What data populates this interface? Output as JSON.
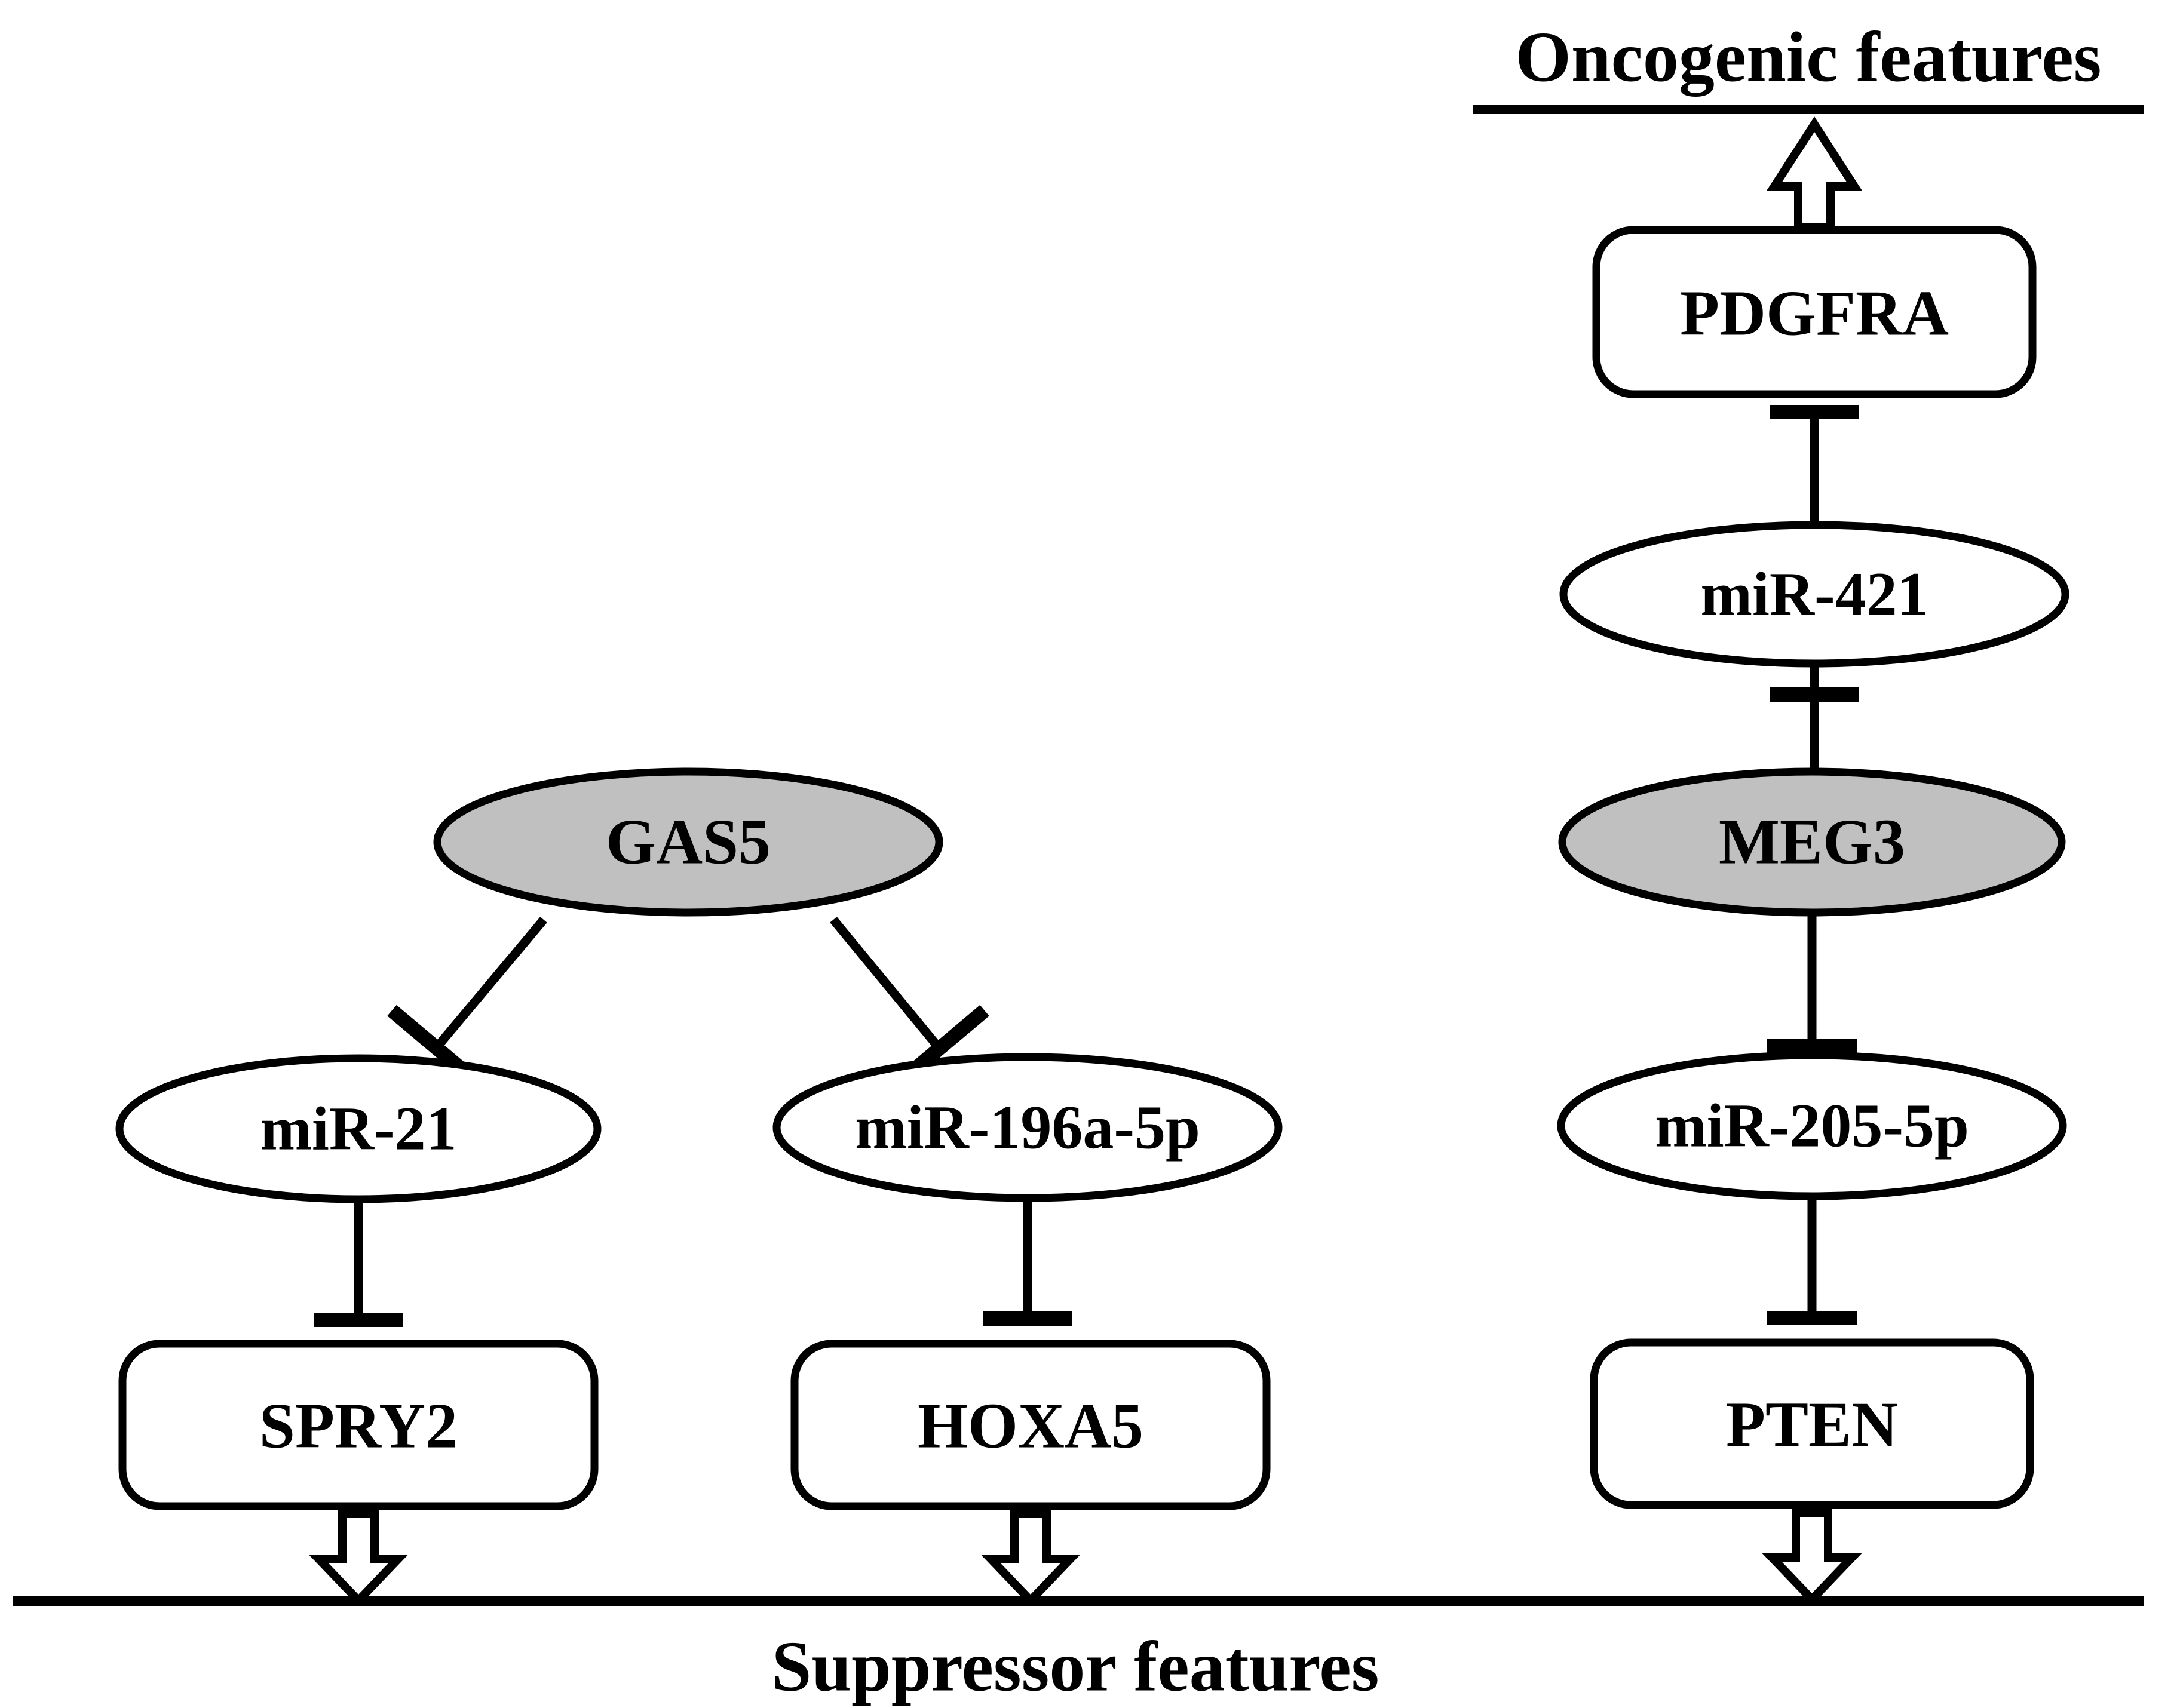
{
  "figure": {
    "type": "pathway-diagram",
    "background_color": "#ffffff",
    "stroke_color": "#000000",
    "shaded_fill_color": "#c0c0c0",
    "plain_fill_color": "#ffffff"
  },
  "banners": {
    "top": {
      "label": "Oncogenic features",
      "rule": "horizontal-rule-below"
    },
    "bottom": {
      "label": "Suppressor features",
      "rule": "horizontal-rule-above"
    }
  },
  "nodes": {
    "pdgfra": {
      "label": "PDGFRA",
      "shape": "rounded-rect",
      "fill": "#ffffff"
    },
    "mir421": {
      "label": "miR-421",
      "shape": "ellipse",
      "fill": "#ffffff"
    },
    "meg3": {
      "label": "MEG3",
      "shape": "ellipse",
      "fill": "#c0c0c0"
    },
    "mir205_5p": {
      "label": "miR-205-5p",
      "shape": "ellipse",
      "fill": "#ffffff"
    },
    "pten": {
      "label": "PTEN",
      "shape": "rounded-rect",
      "fill": "#ffffff"
    },
    "gas5": {
      "label": "GAS5",
      "shape": "ellipse",
      "fill": "#c0c0c0"
    },
    "mir21": {
      "label": "miR-21",
      "shape": "ellipse",
      "fill": "#ffffff"
    },
    "mir196a_5p": {
      "label": "miR-196a-5p",
      "shape": "ellipse",
      "fill": "#ffffff"
    },
    "spry2": {
      "label": "SPRY2",
      "shape": "rounded-rect",
      "fill": "#ffffff"
    },
    "hoxa5": {
      "label": "HOXA5",
      "shape": "rounded-rect",
      "fill": "#ffffff"
    }
  },
  "edges": [
    {
      "from": "pdgfra",
      "to": "top-banner",
      "type": "block-arrow-up",
      "meaning": "promotes"
    },
    {
      "from": "mir421",
      "to": "pdgfra",
      "type": "inhibition",
      "meaning": "inhibits"
    },
    {
      "from": "meg3",
      "to": "mir421",
      "type": "inhibition",
      "meaning": "inhibits"
    },
    {
      "from": "meg3",
      "to": "mir205_5p",
      "type": "inhibition",
      "meaning": "inhibits"
    },
    {
      "from": "mir205_5p",
      "to": "pten",
      "type": "inhibition",
      "meaning": "inhibits"
    },
    {
      "from": "pten",
      "to": "bottom-banner",
      "type": "block-arrow-down",
      "meaning": "promotes"
    },
    {
      "from": "gas5",
      "to": "mir21",
      "type": "inhibition",
      "meaning": "inhibits"
    },
    {
      "from": "gas5",
      "to": "mir196a_5p",
      "type": "inhibition",
      "meaning": "inhibits"
    },
    {
      "from": "mir21",
      "to": "spry2",
      "type": "inhibition",
      "meaning": "inhibits"
    },
    {
      "from": "mir196a_5p",
      "to": "hoxa5",
      "type": "inhibition",
      "meaning": "inhibits"
    },
    {
      "from": "spry2",
      "to": "bottom-banner",
      "type": "block-arrow-down",
      "meaning": "promotes"
    },
    {
      "from": "hoxa5",
      "to": "bottom-banner",
      "type": "block-arrow-down",
      "meaning": "promotes"
    }
  ]
}
